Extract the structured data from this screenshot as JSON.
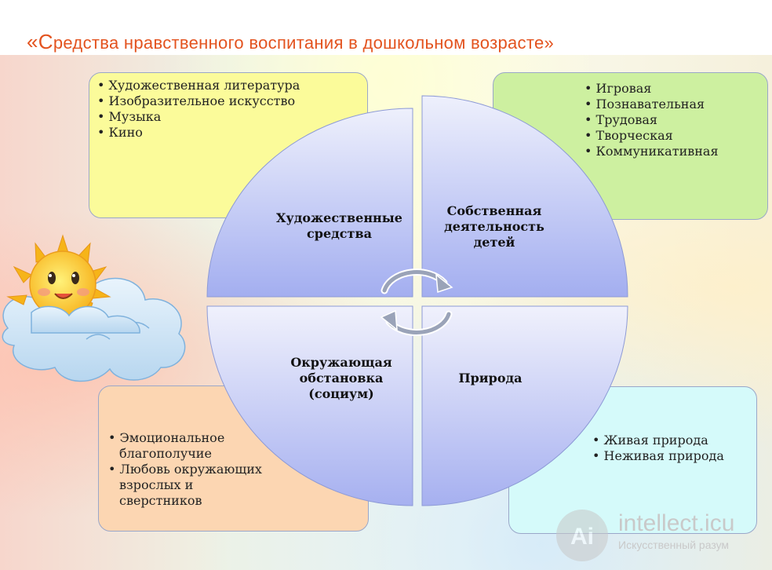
{
  "title": "«Средства нравственного воспитания в дошкольном возрасте»",
  "title_parts": {
    "open": "«С",
    "rest": "редства нравственного воспитания в дошкольном возрасте»"
  },
  "boxes": {
    "top_left": [
      "Художественная литература",
      "Изобразительное искусство",
      "Музыка",
      "Кино"
    ],
    "top_right": [
      "Игровая",
      "Познавательная",
      "Трудовая",
      "Творческая",
      "Коммуникативная"
    ],
    "bottom_left": [
      "Эмоциональное благополучие",
      "Любовь окружающих взрослых и сверстников"
    ],
    "bottom_right": [
      "Живая природа",
      "Неживая природа"
    ]
  },
  "quadrants": {
    "top_left": "Художественные средства",
    "top_right": "Собственная деятельность детей",
    "bottom_left": "Окружающая обстановка (социум)",
    "bottom_right": "Природа"
  },
  "watermark": {
    "brand": "intellect.icu",
    "tagline": "Искусственный разум",
    "logo_text": "Ai"
  },
  "colors": {
    "title": "#e3531f",
    "box_top_left": "#fbfb9a",
    "box_top_right": "#cdf0a0",
    "box_bottom_left": "#fcd6b2",
    "box_bottom_right": "#d5fafa",
    "circle_light": "#e9ebfb",
    "circle_dark": "#9ca7ee"
  },
  "icons": [
    "sun-icon",
    "cloud-icon",
    "cycle-arrows-icon"
  ]
}
